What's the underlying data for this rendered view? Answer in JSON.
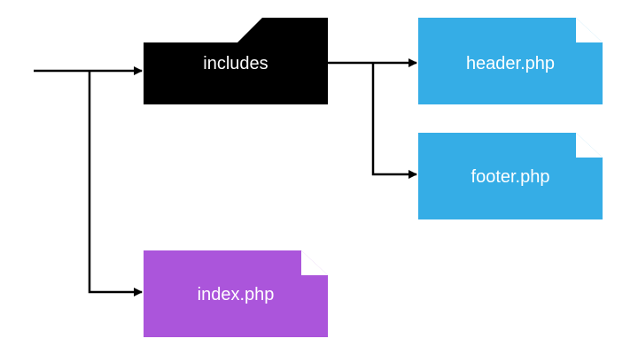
{
  "nodes": {
    "includes": {
      "label": "includes",
      "kind": "folder",
      "color": "#000000"
    },
    "header": {
      "label": "header.php",
      "kind": "file",
      "color": "#35ADE6"
    },
    "footer": {
      "label": "footer.php",
      "kind": "file",
      "color": "#35ADE6"
    },
    "index": {
      "label": "index.php",
      "kind": "file",
      "color": "#AB55DB"
    }
  },
  "colors": {
    "connector": "#000000",
    "file_fold": "#ffffff",
    "text": "#ffffff"
  },
  "edges": [
    {
      "from": "root",
      "to": "includes"
    },
    {
      "from": "root",
      "to": "index"
    },
    {
      "from": "includes",
      "to": "header"
    },
    {
      "from": "includes",
      "to": "footer"
    }
  ]
}
